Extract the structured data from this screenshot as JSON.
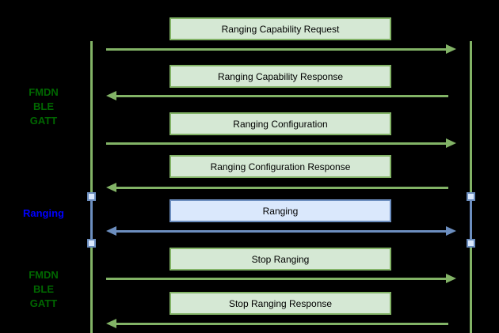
{
  "colors": {
    "background": "#000000",
    "green_fill": "#d5e8d4",
    "green_stroke": "#82b366",
    "blue_fill": "#dae8fc",
    "blue_stroke": "#6c8ebf",
    "side_label_green": "#006600",
    "side_label_blue": "#0000ff",
    "box_text": "#000000"
  },
  "side_labels": [
    {
      "lines": [
        "FMDN",
        "BLE",
        "GATT"
      ],
      "color": "#006600"
    },
    {
      "lines": [
        "Ranging"
      ],
      "color": "#0000ff"
    },
    {
      "lines": [
        "FMDN",
        "BLE",
        "GATT"
      ],
      "color": "#006600"
    }
  ],
  "messages": [
    {
      "label": "Ranging Capability Request",
      "direction": "right",
      "style": "gatt"
    },
    {
      "label": "Ranging Capability Response",
      "direction": "left",
      "style": "gatt"
    },
    {
      "label": "Ranging Configuration",
      "direction": "right",
      "style": "gatt"
    },
    {
      "label": "Ranging Configuration Response",
      "direction": "left",
      "style": "gatt"
    },
    {
      "label": "Ranging",
      "direction": "both",
      "style": "ranging"
    },
    {
      "label": "Stop Ranging",
      "direction": "right",
      "style": "gatt"
    },
    {
      "label": "Stop Ranging Response",
      "direction": "left",
      "style": "gatt"
    }
  ]
}
